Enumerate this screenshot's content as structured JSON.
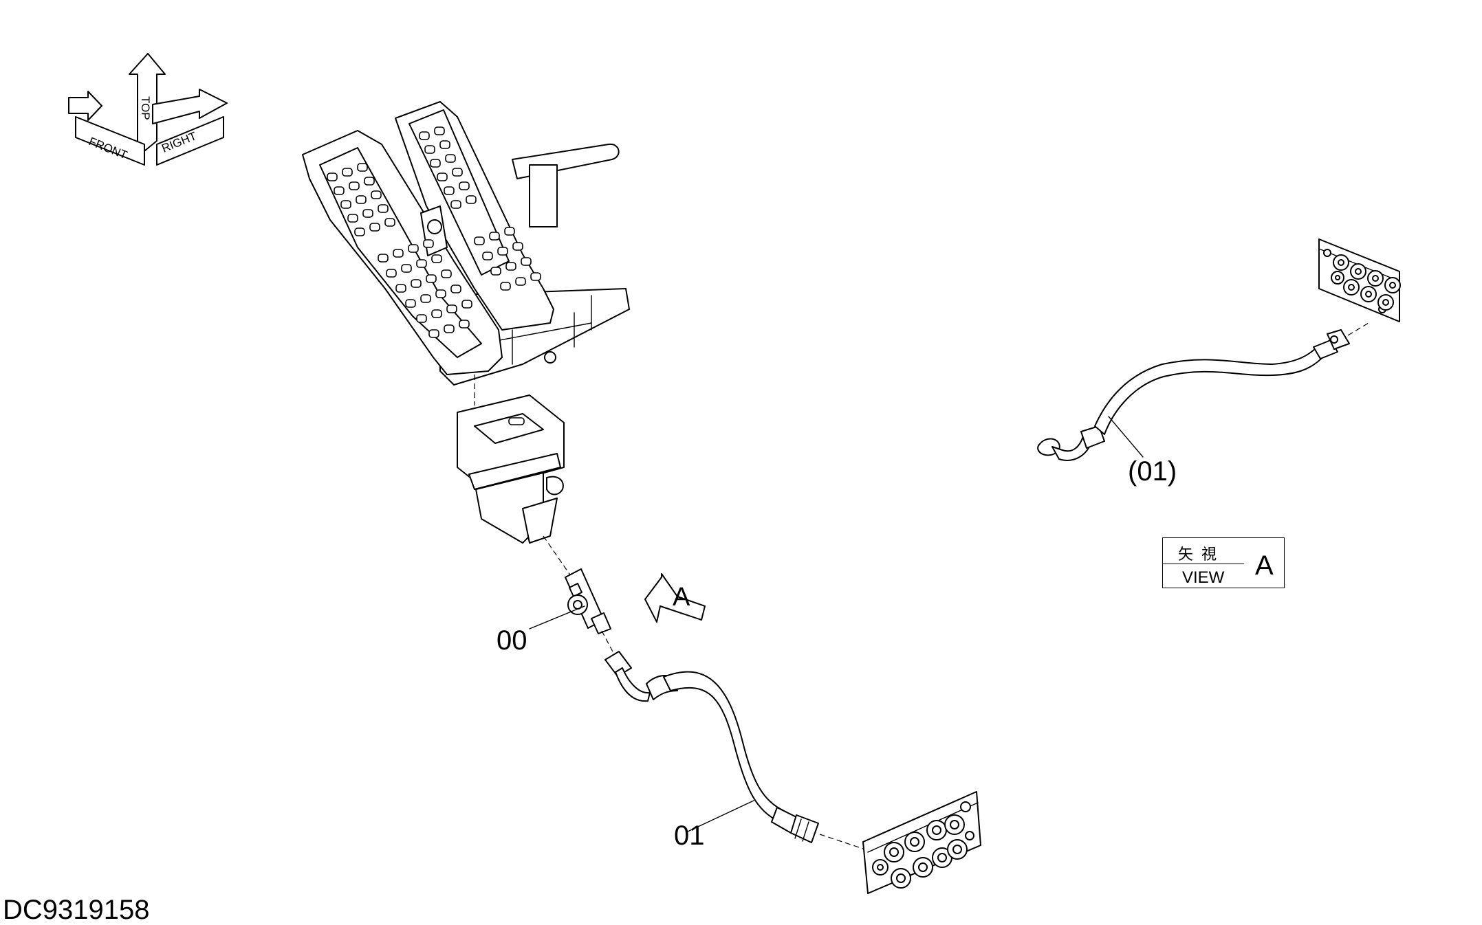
{
  "labels": {
    "part_00": "00",
    "part_01": "01",
    "part_01_view": "(01)",
    "view_marker": "A",
    "drawing_number": "DC9319158"
  },
  "view_box": {
    "japanese": "矢視",
    "english": "VIEW",
    "letter": "A"
  },
  "orientation_arrow": {
    "front": "FRONT",
    "top": "TOP",
    "right": "RIGHT"
  }
}
